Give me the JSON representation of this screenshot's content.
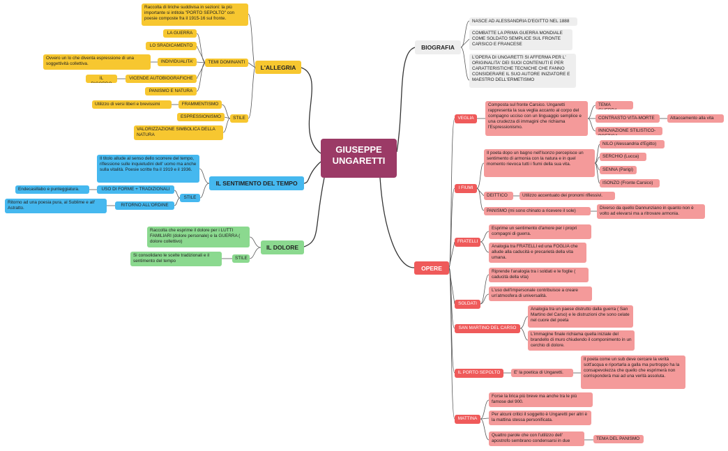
{
  "central": {
    "line1": "GIUSEPPE",
    "line2": "UNGARETTI"
  },
  "allegria": {
    "title": "L'ALLEGRIA",
    "desc": "Raccolta di liriche suddivisa in sezioni: la più importante si intitola \"PORTO SEPOLTO\" con poesie composte fra il 1915-16 sul fronte.",
    "temi_label": "TEMI DOMINANTI",
    "temi": [
      "LA GUERRA",
      "LO SRADICAMENTO",
      "INDIVIDUALITA'",
      "VICENDE AUTOBIOGRAFICHE",
      "PANISMO E NATURA"
    ],
    "individualita_note": "Ovvero un lo che diventa espressione di una soggettività collettiva.",
    "ricordo": "IL RICORDO",
    "stile_label": "STILE",
    "stile": [
      "FRAMMENTISMO",
      "ESPRESSIONISMO",
      "VALORIZZAZIONE SIMBOLICA DELLA NATURA"
    ],
    "framm_note": "Utilizzo di versi liberi e brevissimi"
  },
  "sentimento": {
    "title": "IL SENTIMENTO DEL TEMPO",
    "desc": "Il titolo allude al senso dello scorrere del tempo, riflessione sulle inquietudini dell' uomo ma anche sulla vitalità. Poesie scritte fra il 1919 e il 1936.",
    "stile_label": "STILE",
    "uso": "USO DI FORME + TRADIZIONALI",
    "uso_note": "Endecasillabo e punteggiatura.",
    "ritorno": "RITORNO ALL'ORDINE",
    "ritorno_note": "Ritorno ad una poesia pura, al Sublime e all' Astratto."
  },
  "dolore": {
    "title": "IL DOLORE",
    "desc": "Raccolta che esprime il dolore per i LUTTI FAMILIARI (dolore personale) e la GUERRA ( dolore collettivo)",
    "stile_label": "STILE",
    "stile_note": "Si consolidano le scelte tradizionali e il sentimento del tempo"
  },
  "biografia": {
    "title": "BIOGRAFIA",
    "items": [
      "NASCE AD ALESSANDRIA D'EGITTO NEL 1888",
      "COMBATTE LA PRIMA GUERRA MONDIALE COME SOLDATO SEMPLICE SUL FRONTE CARSICO E FRANCESE",
      "L'OPERA DI UNGARETTI SI AFFERMA PER L' ORIGINALITA' DEI SUOI CONTENUTI E PER CARATTERISTICHE TECNICHE CHE FANNO CONSIDERARE IL SUO AUTORE INIZIATORE E MAESTRO DELL'ERMETISMO"
    ]
  },
  "opere": {
    "title": "OPERE",
    "veglia": {
      "title": "VEGLIA",
      "desc": "Composta sul fronte Carsico. Ungaretti rappresenta la sua veglia accanto al corpo del compagno ucciso con un linguaggio semplice e una crudezza di immagini che richiama l'Espressionismo.",
      "tema": "TEMA GUERRA",
      "contrasto": "CONTRASTO VITA-MORTE",
      "contrasto_note": "Attaccamento alla vita",
      "innovazione": "INNOVAZIONE STILISTICO-POETICA"
    },
    "fiumi": {
      "title": "I FIUMI",
      "desc": "Il poeta dopo un bagno nell'Isonzo percepisce un sentimento di armonia con la natura e in quel momento rievoca tutti i fiumi della sua vita.",
      "rivers": [
        "NILO (Alessandria d'Egitto)",
        "SERCHIO (Lucca)",
        "SENNA (Parigi)",
        "ISONZO (Fronte Carsico)"
      ],
      "deittico": "DEITTICO",
      "deittico_note": "Utilizzo accentuato dei pronomi riflessivi.",
      "panismo": "PANISMO (mi sono chinato a ricevere il sole)",
      "panismo_note": "Diverso da quello Dannunziano in quanto non è volto ad elevarsi ma a ritrovare armonia."
    },
    "fratelli": {
      "title": "FRATELLI",
      "items": [
        "Esprime un sentimento d'amore per i propri compagni di guerra.",
        "Analogia tra FRATELLI ed una FOGLIA che allude alla caducità e precarietà della vita umana."
      ]
    },
    "soldati": {
      "title": "SOLDATI",
      "items": [
        "Riprende l'analogia tra i soldati e le foglie ( caducità della vita)",
        "L'uso dell'impersonale contribuisce a creare un'atmosfera di universalità."
      ]
    },
    "sanmartino": {
      "title": "SAN MARTINO DEL CARSO",
      "items": [
        "Analogia tra un paese distrutto dalla guerra ( San Martino del Carso) e le distruzioni che sono celate nel cuore del poeta",
        "L'immagine finale richiama quella iniziale del brandello di muro chiudendo il componimento in un cerchio di dolore."
      ]
    },
    "porto": {
      "title": "IL PORTO SEPOLTO",
      "poetica": "E' la poetica di Ungaretti.",
      "note": "Il poeta come un sub deve cercare la verità sott'acqua e riportarla a galla ma purtroppo ha la consapevolezza che quello che esprimerà non corrisponderà mai ad una verità assoluta."
    },
    "mattina": {
      "title": "MATTINA",
      "items": [
        "Forse la lirica più breve ma anche tra le più famose del 900.",
        "Per alcuni critici il soggetto è Ungaretti per altri è la mattina stessa personificata.",
        "Quattro parole che con l'utilizzo dell' apostrofo sembrano condensarsi in due"
      ],
      "tema": "TEMA DEL PANISMO"
    }
  },
  "colors": {
    "central": "#9b3a66",
    "yellow": "#f7c730",
    "blue": "#45b8ef",
    "green": "#8bd98f",
    "red": "#ef5a5a",
    "pink": "#f49a9a",
    "grey": "#eeeeee"
  }
}
